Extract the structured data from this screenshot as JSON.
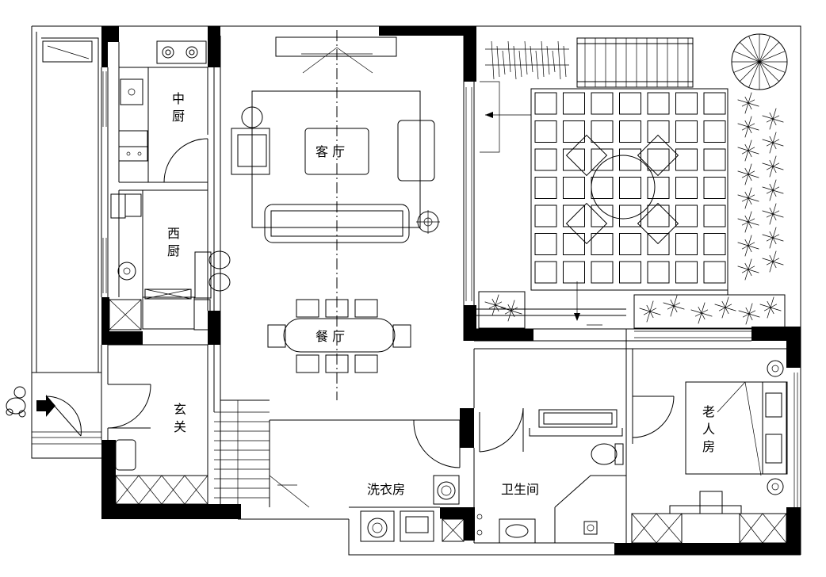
{
  "rooms": {
    "chinese_kitchen": [
      "中",
      "厨"
    ],
    "western_kitchen": [
      "西",
      "厨"
    ],
    "living_room": "客  厅",
    "dining_room": "餐  厅",
    "entrance": [
      "玄",
      "关"
    ],
    "laundry_room": "洗衣房",
    "bathroom": "卫生间",
    "elder_room": [
      "老",
      "人",
      "房"
    ]
  },
  "colors": {
    "line": "#000000",
    "wall": "#000000",
    "background": "#ffffff"
  }
}
